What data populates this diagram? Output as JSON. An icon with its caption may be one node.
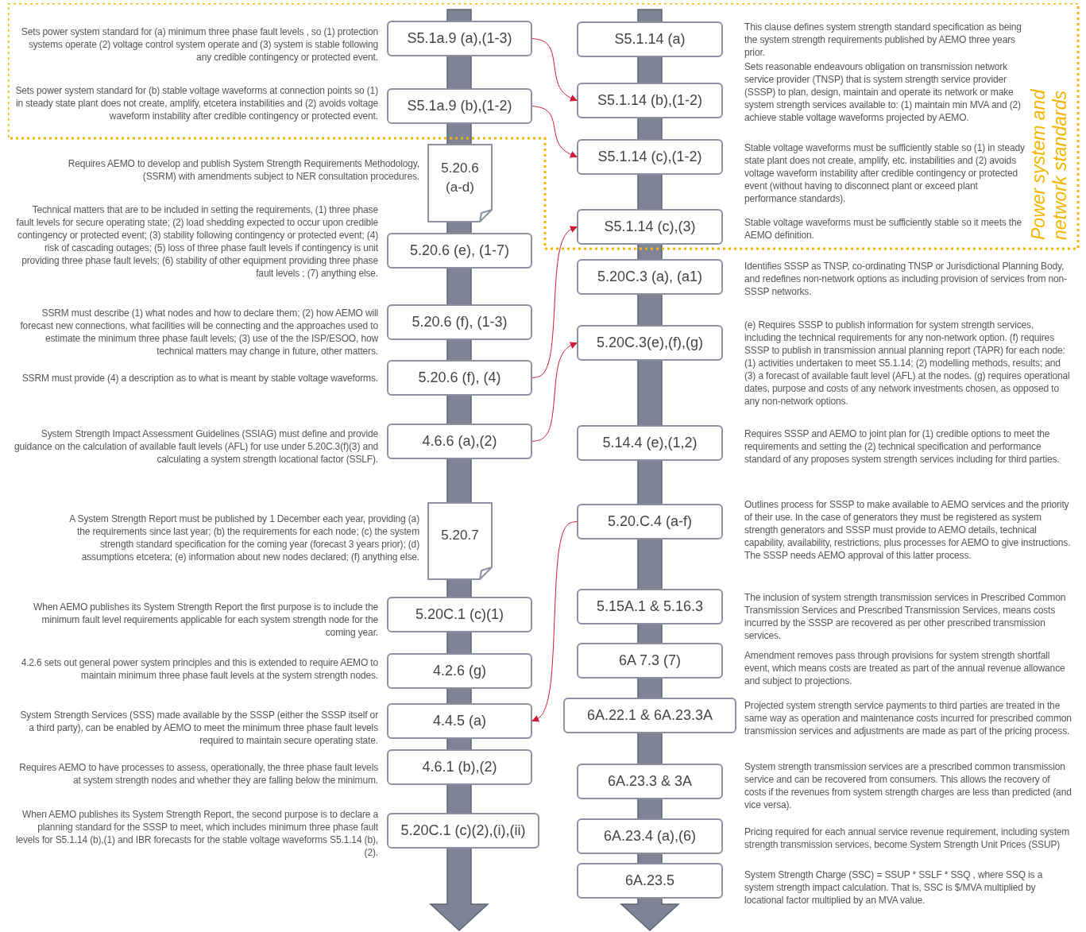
{
  "diagram": {
    "nodes": [
      {
        "text": [
          "Power system and network standards"
        ]
      },
      {
        "text": [
          "S5.1a.9 (a),(1-3)"
        ],
        "in": 0,
        "beside": [
          "Sets power system standard for (a) minimum three phase fault levels , so (1) protection systems operate (2) voltage control system operate and (3) system is stable following any credible contingency or protected event."
        ]
      },
      {
        "text": [
          "S5.1a.9 (b),(1-2)"
        ],
        "in": 0,
        "beside": [
          "Sets power system standard for (b) stable voltage waveforms at connection points so (1) in steady state plant does not create, amplify, etcetera instabilities and (2) avoids voltage waveform instability after credible contingency or protected event."
        ]
      },
      {
        "text": [
          "S5.1.14 (a)"
        ],
        "in": 0,
        "beside": [
          "This clause defines system strength standard specification as being the system strength requirements published by AEMO three years prior."
        ]
      },
      {
        "text": [
          "S5.1.14 (b),(1-2)"
        ],
        "in": 0,
        "beside": [
          "Sets reasonable endeavours obligation on transmission network service provider (TNSP) that is system strength service provider (SSSP) to plan, design, maintain and operate its network or make system strength services available to: (1) maintain min MVA and (2) achieve stable voltage waveforms projected by AEMO."
        ]
      },
      {
        "text": [
          "S5.1.14 (c),(1-2)"
        ],
        "in": 0,
        "beside": [
          "Stable voltage waveforms must be sufficiently stable so (1) in steady state plant does not create, amplify, etc. instabilities and (2) avoids voltage waveform instability after credible contingency or protected event (without having to disconnect plant or exceed plant performance standards)."
        ]
      },
      {
        "text": [
          "S5.1.14 (c),(3)"
        ],
        "in": 0,
        "beside": [
          "Stable voltage waveforms must be sufficiently stable so it meets the AEMO definition."
        ]
      },
      {
        "text": [
          "5.20.6 (a-d)"
        ],
        "beside": [
          "Requires AEMO to develop and publish System Strength Requirements Methodology, (SSRM) with amendments subject to NER consultation procedures."
        ]
      },
      {
        "text": [
          "5.20.6 (e), (1-7)"
        ],
        "beside": [
          "Technical matters that are to be included in setting the requirements, (1) three phase fault levels for secure operating state; (2) load shedding expected to occur upon credible contingency or protected event; (3) stability following contingency or protected event; (4) risk of cascading outages; (5) loss of three phase fault levels if contingency is unit providing three phase fault levels; (6) stability of other equipment providing three phase fault levels ; (7) anything else."
        ]
      },
      {
        "text": [
          "5.20.6 (f), (1-3)"
        ],
        "beside": [
          "SSRM must describe (1) what nodes and how to declare them; (2) how AEMO will forecast new connections, what facilities will be connecting and the approaches used to estimate the minimum three phase fault levels; (3) use of the the ISP/ESOO, how technical matters may change in future, other matters."
        ]
      },
      {
        "text": [
          "5.20.6 (f), (4)"
        ],
        "beside": [
          "SSRM must provide (4) a description as to what is meant by stable voltage waveforms."
        ]
      },
      {
        "text": [
          "4.6.6 (a),(2)"
        ],
        "beside": [
          "System Strength Impact Assessment Guidelines (SSIAG) must define and provide guidance on the calculation of available fault levels (AFL) for use under 5.20C.3(f)(3) and calculating a system strength locational factor (SSLF)."
        ]
      },
      {
        "text": [
          "5.20.7"
        ],
        "beside": [
          "A System Strength Report must be published by 1 December each year, providing (a) the requirements since last year; (b) the requirements for each node; (c) the system strength standard specification for the coming year (forecast 3 years prior); (d) assumptions etcetera; (e) information about new nodes declared; (f) anything else."
        ]
      },
      {
        "text": [
          "5.20C.1 (c)(1)"
        ],
        "beside": [
          "When AEMO publishes its System Strength Report the first purpose is to include the minimum fault level requirements applicable for each system strength node for the coming year."
        ]
      },
      {
        "text": [
          "4.2.6 (g)"
        ],
        "beside": [
          "4.2.6 sets out general power system principles and this is extended to require AEMO to maintain minimum three phase fault levels at the system strength nodes."
        ]
      },
      {
        "text": [
          "4.4.5 (a)"
        ],
        "beside": [
          "System Strength Services (SSS) made available by the SSSP (either the SSSP itself or a third party), can be enabled by AEMO to meet the minimum three phase fault levels required to maintain secure operating state."
        ]
      },
      {
        "text": [
          "4.6.1 (b),(2)"
        ],
        "beside": [
          "Requires AEMO to have processes to assess, operationally, the three phase fault levels at system strength nodes and whether they are falling below the minimum."
        ]
      },
      {
        "text": [
          "5.20C.1 (c)(2),(i),(ii)"
        ],
        "beside": [
          "When AEMO publishes its System Strength Report, the second purpose is to declare a planning standard for the SSSP to meet, which includes minimum three phase fault levels for S5.1.14 (b),(1) and IBR forecasts for the stable voltage waveforms S5.1.14 (b),(2)."
        ]
      },
      {
        "text": [
          "5.20C.3 (a), (a1)"
        ],
        "beside": [
          "Identifies SSSP as TNSP, co-ordinating TNSP or Jurisdictional Planning Body, and redefines non-network options as including provision of services from non-SSSP networks."
        ]
      },
      {
        "text": [
          "5.20C.3(e),(f),(g)"
        ],
        "beside": [
          "(e) Requires SSSP to publish information for system strength services, including the technical requirements for any non-network option. (f) requires SSSP to publish in transmission annual planning report (TAPR) for each node: (1) activities undertaken to meet S5.1.14; (2) modelling methods, results; and (3) a forecast of available fault level (AFL) at the nodes. (g) requires operational dates, purpose and costs of any network investments chosen, as opposed to any non-network options."
        ]
      },
      {
        "text": [
          "5.14.4 (e),(1,2)"
        ],
        "beside": [
          "Requires SSSP and AEMO to joint plan for (1) credible options to meet the requirements and setting the (2) technical specification and performance standard of any proposes system strength services including for third parties."
        ]
      },
      {
        "text": [
          "5.20.C.4 (a-f)"
        ],
        "beside": [
          "Outlines process for SSSP to make available to AEMO services and the priority of their use. In the case of generators they must be registered as system strength generators and SSSP must provide to AEMO details, technical capability, availability, restrictions, plus processes for AEMO to give instructions. The SSSP needs AEMO approval of this latter process."
        ]
      },
      {
        "text": [
          "5.15A.1 & 5.16.3"
        ],
        "beside": [
          "The inclusion of system strength transmission services in Prescribed Common Transmission Services and Prescribed Transmission Services, means costs incurred by the SSSP are recovered as per other prescribed transmission services."
        ]
      },
      {
        "text": [
          "6A 7.3 (7)"
        ],
        "beside": [
          "Amendment removes pass through provisions for system strength shortfall event, which means costs are treated as part of the annual revenue allowance and subject to projections."
        ]
      },
      {
        "text": [
          "6A.22.1 & 6A.23.3A"
        ],
        "beside": [
          "Projected system strength service payments to third parties are treated in the same way as operation and maintenance costs incurred for prescribed common transmission services and adjustments are made as part of the pricing process."
        ]
      },
      {
        "text": [
          "6A.23.3 & 3A"
        ],
        "beside": [
          "System strength transmission services are a prescribed common transmission service and can be recovered from consumers. This allows the recovery of costs if the revenues from system strength charges are less than predicted (and vice versa)."
        ]
      },
      {
        "text": [
          "6A.23.4 (a),(6)"
        ],
        "beside": [
          "Pricing required for each annual service revenue requirement, including system strength transmission services, become System Strength Unit Prices (SSUP)"
        ]
      },
      {
        "text": [
          "6A.23.5"
        ],
        "beside": [
          "System Strength Charge (SSC) = SSUP * SSLF * SSQ , where SSQ is a system strength impact calculation. That is, SSC is $/MVA multiplied by locational factor multiplied by an MVA value."
        ]
      }
    ],
    "edges": [
      {
        "from": 1,
        "to": 4,
        "arrow": "to"
      },
      {
        "from": 2,
        "to": 5,
        "arrow": "to"
      },
      {
        "from": 10,
        "to": 6,
        "arrow": "to"
      },
      {
        "from": 11,
        "to": 19,
        "arrow": "to"
      },
      {
        "from": 21,
        "to": 15,
        "arrow": "to"
      }
    ]
  }
}
